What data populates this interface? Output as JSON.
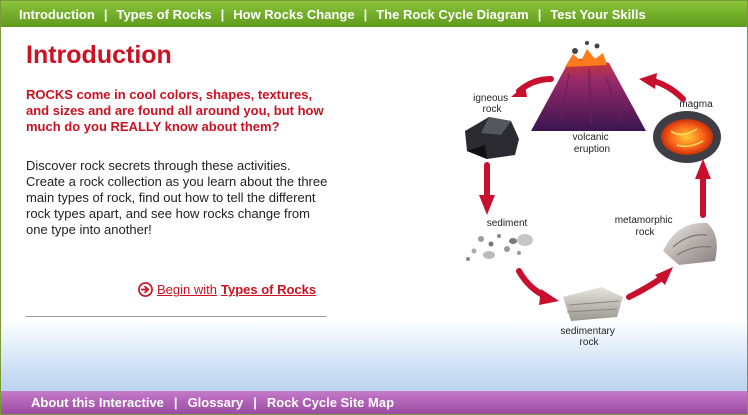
{
  "top_nav": [
    {
      "label": "Introduction"
    },
    {
      "label": "Types of Rocks"
    },
    {
      "label": "How Rocks Change"
    },
    {
      "label": "The Rock Cycle Diagram"
    },
    {
      "label": "Test Your Skills"
    }
  ],
  "nav_separator": "|",
  "main": {
    "heading": "Introduction",
    "lead": "ROCKS come in cool colors, shapes, textures, and sizes and are found all around you, but how much do you REALLY know about them?",
    "body": "Discover rock secrets through these activities. Create a rock collection as you learn about the three main types of rock, find out how to tell the different rock types apart, and see how rocks change from one type into another!",
    "begin_link": {
      "prefix": "Begin with",
      "target": "Types of Rocks",
      "icon": "arrow-circle-icon"
    }
  },
  "diagram": {
    "igneous": [
      "igneous",
      "rock"
    ],
    "volcanic": [
      "volcanic",
      "eruption"
    ],
    "magma": [
      "magma"
    ],
    "sediment": [
      "sediment"
    ],
    "metamorphic": [
      "metamorphic",
      "rock"
    ],
    "sedimentary": [
      "sedimentary",
      "rock"
    ]
  },
  "bottom_nav": [
    {
      "label": "About this Interactive"
    },
    {
      "label": "Glossary"
    },
    {
      "label": "Rock Cycle Site Map"
    }
  ],
  "colors": {
    "heading_red": "#cc1122",
    "top_nav_green": "#6ea42a",
    "bottom_nav_purple": "#b062b6",
    "arrow_red": "#c8102e"
  }
}
